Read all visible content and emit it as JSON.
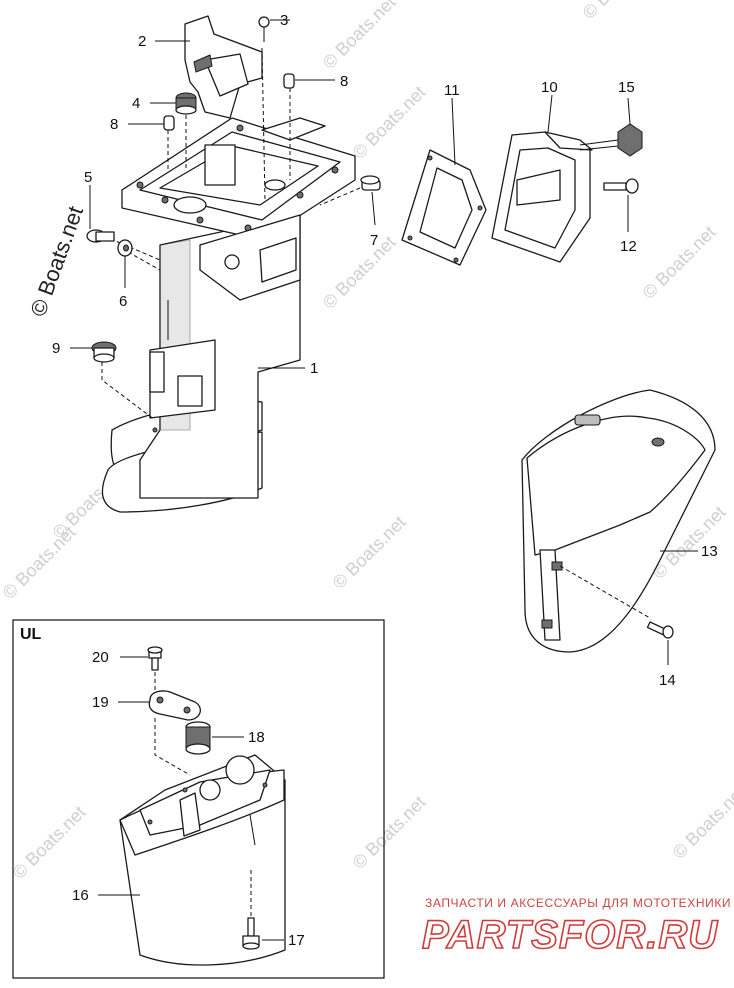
{
  "diagram": {
    "callouts": {
      "c1": "1",
      "c2": "2",
      "c3": "3",
      "c4": "4",
      "c5": "5",
      "c6": "6",
      "c7": "7",
      "c8a": "8",
      "c8b": "8",
      "c9": "9",
      "c10": "10",
      "c11": "11",
      "c12": "12",
      "c13": "13",
      "c14": "14",
      "c15": "15",
      "c16": "16",
      "c17": "17",
      "c18": "18",
      "c19": "19",
      "c20": "20"
    },
    "inset_label": "UL",
    "watermark_main": "© Boats.net",
    "watermark_faint": "© Boats.net",
    "brand": {
      "tagline": "ЗАПЧАСТИ И АКСЕССУАРЫ ДЛЯ МОТОТЕХНИКИ",
      "name": "PARTSFOR.RU",
      "color": "#d23a3a"
    }
  }
}
